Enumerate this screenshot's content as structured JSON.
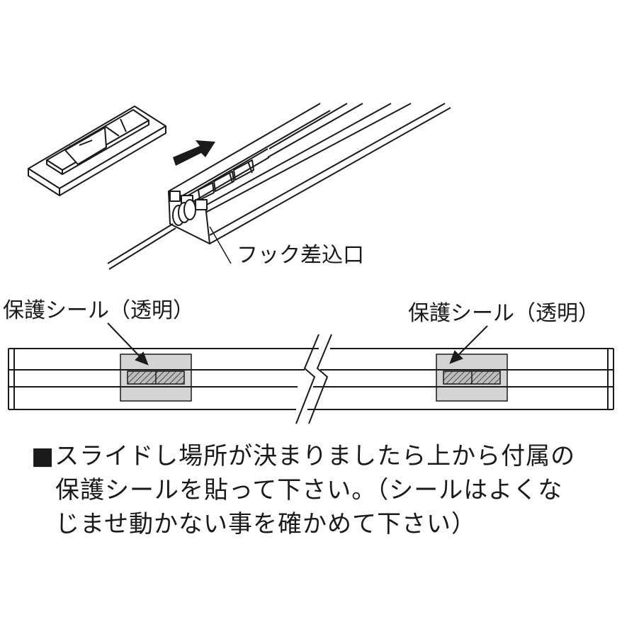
{
  "labels": {
    "hook_slot": "フック差込口",
    "seal_left": "保護シール（透明）",
    "seal_right": "保護シール（透明）"
  },
  "note": {
    "bullet": "■",
    "line1": "スライドし場所が決まりましたら上から付属の",
    "line2": "保護シールを貼って下さい。（シールはよくな",
    "line3": "じませ動かない事を確かめて下さい）"
  },
  "colors": {
    "line": "#1a1a1a",
    "seal_fill": "#d4d4d4",
    "hatch_fill": "#bdbdbd"
  }
}
